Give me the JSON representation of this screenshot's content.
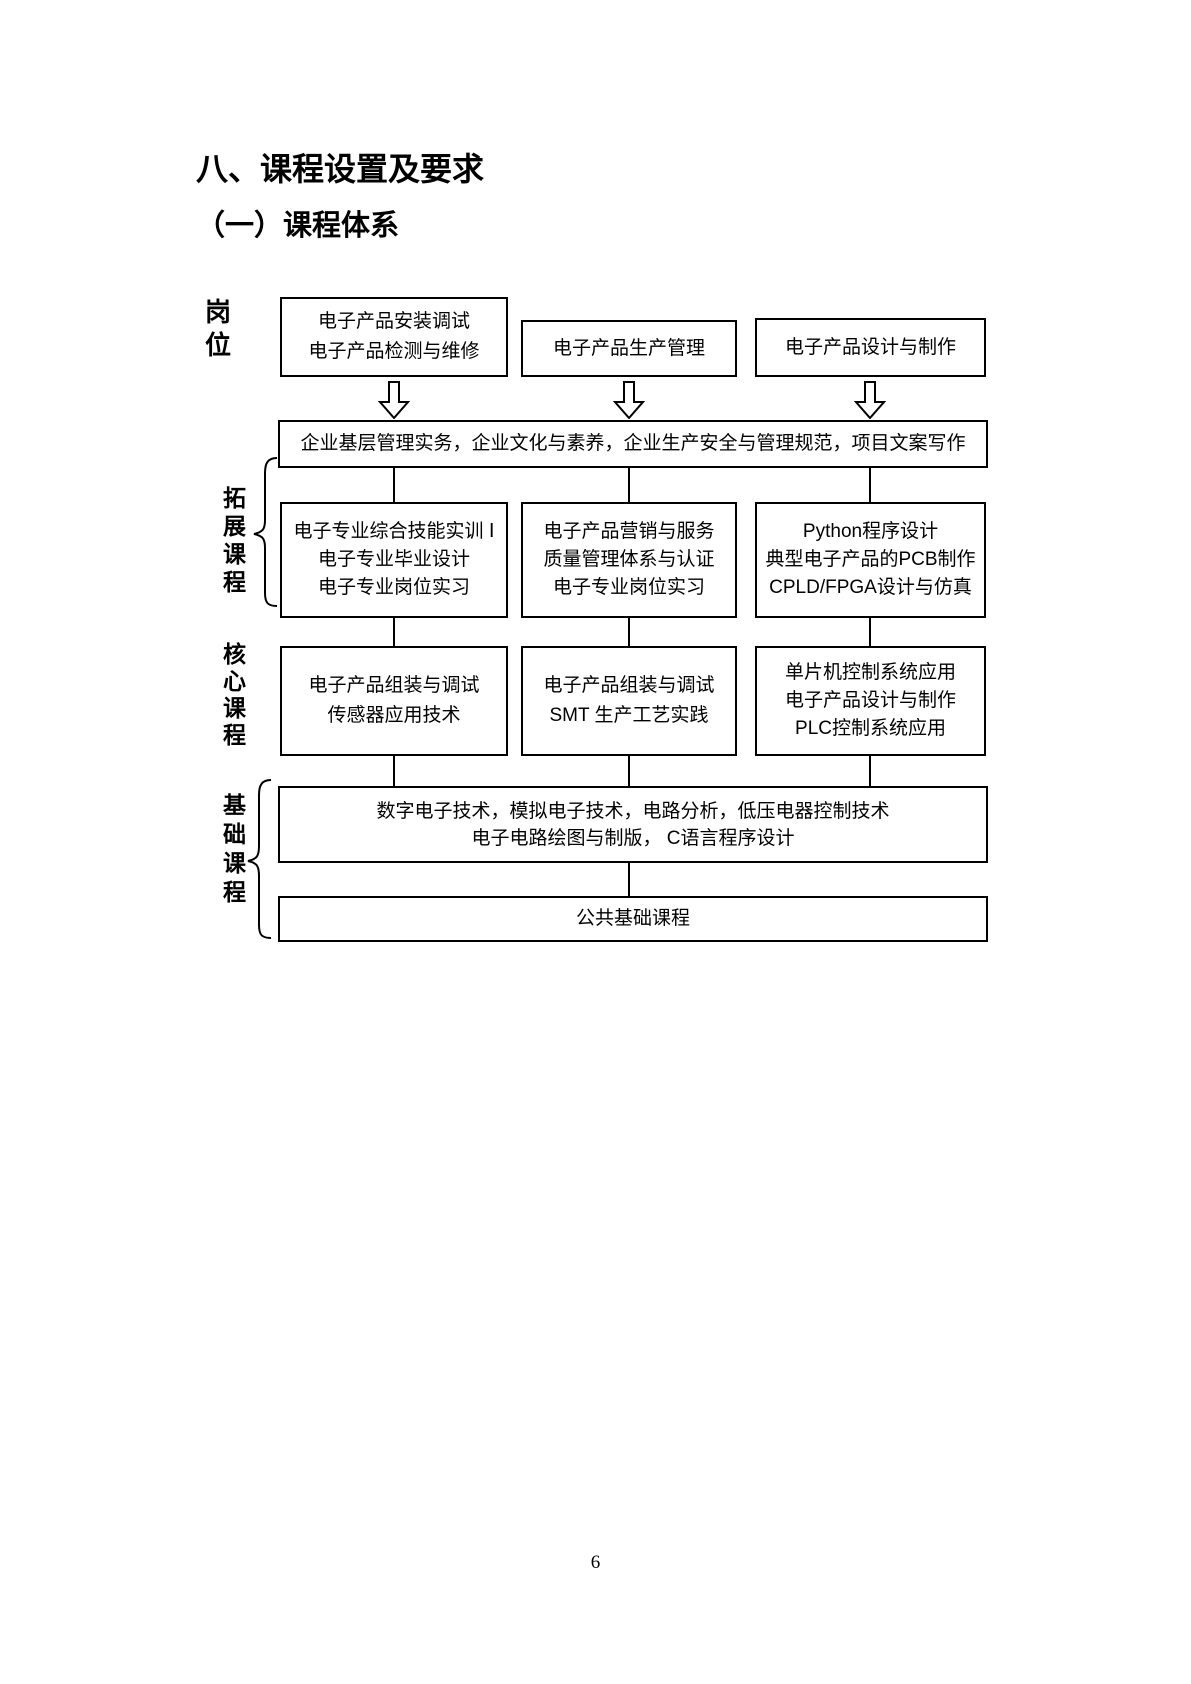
{
  "heading": {
    "section": "八、课程设置及要求",
    "subsection": "（一）课程体系"
  },
  "diagram": {
    "row_labels": {
      "posts": "岗位",
      "extension": "拓展课程",
      "core": "核心课程",
      "foundation": "基础课程"
    },
    "post_boxes": [
      {
        "lines": [
          "电子产品安装调试",
          "电子产品检测与维修"
        ]
      },
      {
        "lines": [
          "电子产品生产管理"
        ]
      },
      {
        "lines": [
          "电子产品设计与制作"
        ]
      }
    ],
    "management_bar": "企业基层管理实务，企业文化与素养，企业生产安全与管理规范，项目文案写作",
    "extension_boxes": [
      {
        "lines": [
          "电子专业综合技能实训 Ⅰ",
          "电子专业毕业设计",
          "电子专业岗位实习"
        ]
      },
      {
        "lines": [
          "电子产品营销与服务",
          "质量管理体系与认证",
          "电子专业岗位实习"
        ]
      },
      {
        "lines": [
          "Python程序设计",
          "典型电子产品的PCB制作",
          "CPLD/FPGA设计与仿真"
        ]
      }
    ],
    "core_boxes": [
      {
        "lines": [
          "电子产品组装与调试",
          "传感器应用技术"
        ]
      },
      {
        "lines": [
          "电子产品组装与调试",
          "SMT 生产工艺实践"
        ]
      },
      {
        "lines": [
          "单片机控制系统应用",
          "电子产品设计与制作",
          "PLC控制系统应用"
        ]
      }
    ],
    "foundation_bar": {
      "lines": [
        "数字电子技术，模拟电子技术，电路分析，低压电器控制技术",
        "电子电路绘图与制版， C语言程序设计"
      ]
    },
    "public_bar": "公共基础课程"
  },
  "page": {
    "number": "6"
  }
}
